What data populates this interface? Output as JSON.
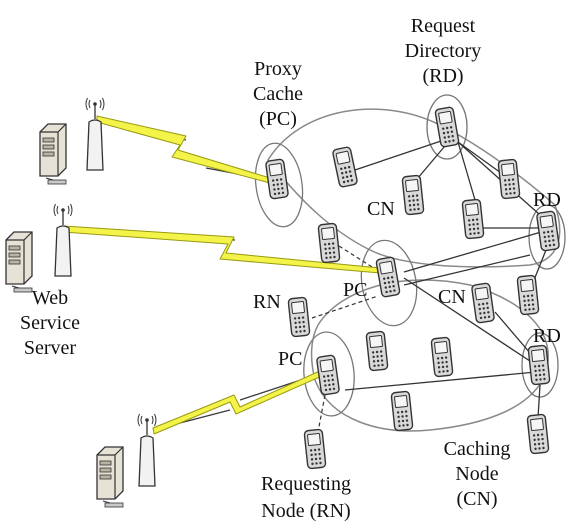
{
  "labels": {
    "proxy_cache": [
      "Proxy",
      "Cache",
      "(PC)"
    ],
    "request_directory": [
      "Request",
      "Directory",
      "(RD)"
    ],
    "web_service_server": [
      "Web",
      "Service",
      "Server"
    ],
    "caching_node": [
      "Caching",
      "Node",
      "(CN)"
    ],
    "requesting_node": [
      "Requesting",
      "Node (RN)"
    ],
    "cn_1": "CN",
    "cn_2": "CN",
    "rd_1": "RD",
    "rd_2": "RD",
    "rn": "RN",
    "pc_1": "PC",
    "pc_2": "PC"
  },
  "colors": {
    "bolt": "#f3f34a",
    "phone_body": "#d9d9d9",
    "server_body": "#e6e3d6",
    "line": "#333333"
  },
  "icons": {
    "phone": "mobile-phone-icon",
    "server": "server-icon",
    "antenna": "antenna-tower-icon",
    "link": "wireless-link-icon"
  }
}
